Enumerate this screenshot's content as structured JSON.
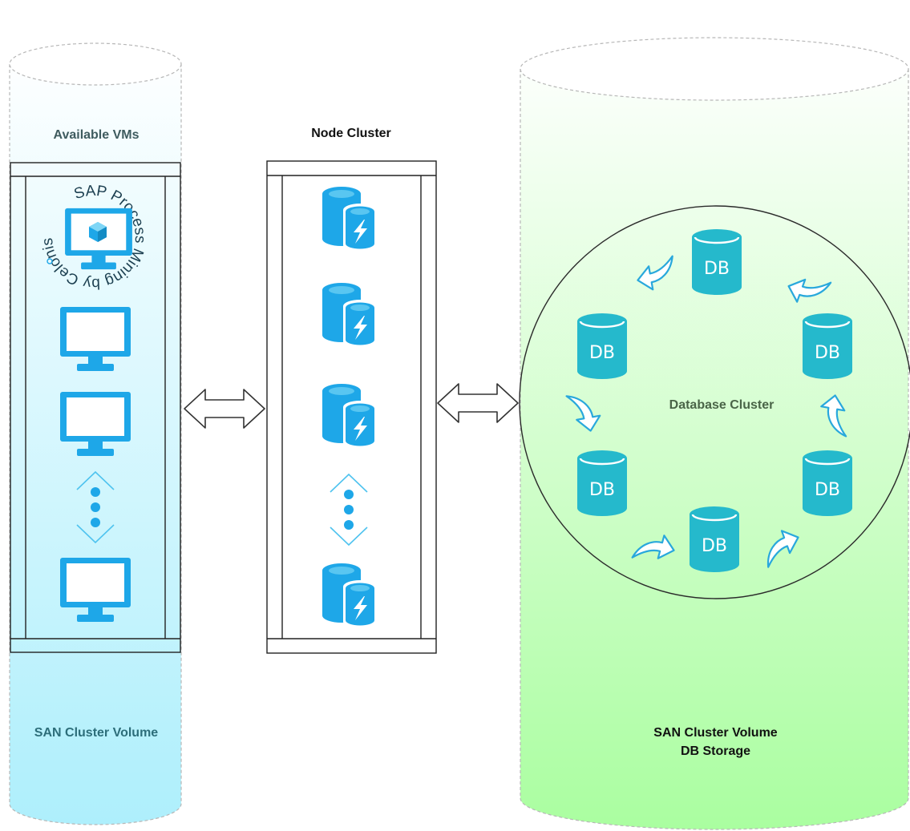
{
  "left_volume": {
    "title": "Available VMs",
    "footer": "SAN Cluster Volume",
    "badge_text": "SAP Process Mining by Celonis",
    "items": [
      "sap-process-mining-vm-icon",
      "monitor-icon",
      "monitor-icon",
      "ellipsis-icon",
      "monitor-icon"
    ]
  },
  "node_cluster": {
    "title": "Node Cluster",
    "items": [
      "cache-node-icon",
      "cache-node-icon",
      "cache-node-icon",
      "ellipsis-icon",
      "cache-node-icon"
    ]
  },
  "right_volume": {
    "title_line1": "SAN Cluster Volume",
    "title_line2": "DB Storage"
  },
  "database_cluster": {
    "label": "Database Cluster",
    "node_label": "DB",
    "node_count": 6
  },
  "connectors": [
    "double-arrow-icon",
    "double-arrow-icon"
  ],
  "colors": {
    "azure_blue": "#1ea7e8",
    "db_teal": "#25b9cc",
    "left_volume_gradient": [
      "#ffffff",
      "#aeeffc"
    ],
    "right_volume_gradient": [
      "#ffffff",
      "#aafea0"
    ]
  }
}
